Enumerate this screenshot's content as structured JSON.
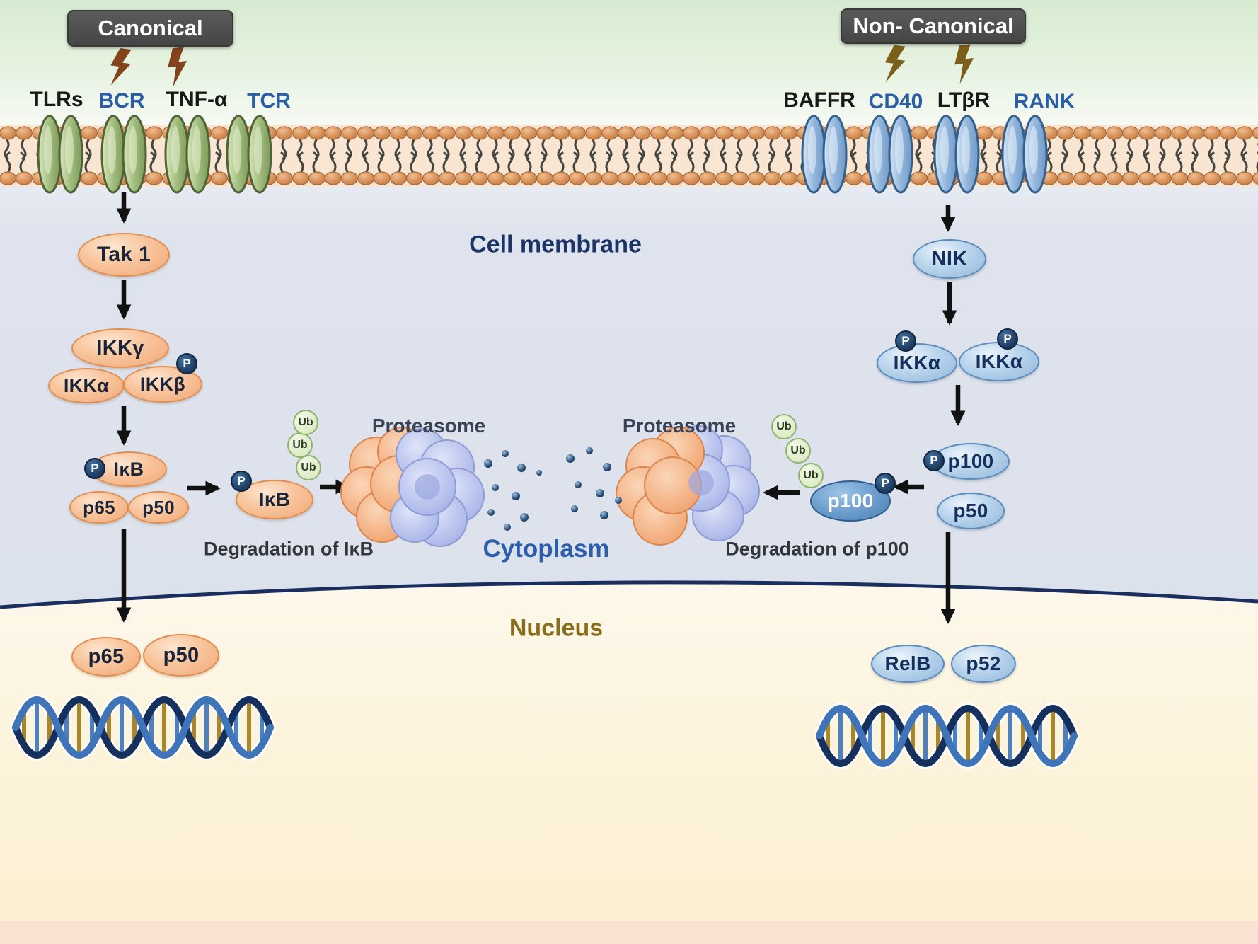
{
  "headers": {
    "canonical": "Canonical",
    "non_canonical": "Non- Canonical"
  },
  "receptors": {
    "left": [
      {
        "label": "TLRs"
      },
      {
        "label": "BCR"
      },
      {
        "label": "TNF-α"
      },
      {
        "label": "TCR"
      }
    ],
    "right": [
      {
        "label": "BAFFR"
      },
      {
        "label": "CD40"
      },
      {
        "label": "LTβR"
      },
      {
        "label": "RANK"
      }
    ]
  },
  "regions": {
    "cell_membrane": "Cell membrane",
    "cytoplasm": "Cytoplasm",
    "nucleus": "Nucleus"
  },
  "canonical": {
    "tak1": "Tak 1",
    "ikk_gamma": "IKKγ",
    "ikk_alpha": "IKKα",
    "ikk_beta": "IKKβ",
    "ikb": "IκB",
    "p65": "p65",
    "p50": "p50",
    "ikb_deg": "IκB",
    "degradation": "Degradation of IκB",
    "proteasome": "Proteasome",
    "nuc_p65": "p65",
    "nuc_p50": "p50"
  },
  "noncanonical": {
    "nik": "NIK",
    "ikk_alpha_left": "IKKα",
    "ikk_alpha_right": "IKKα",
    "p100": "p100",
    "p50": "p50",
    "p100_deg": "p100",
    "degradation": "Degradation of p100",
    "proteasome": "Proteasome",
    "relb": "RelB",
    "p52": "p52"
  },
  "badges": {
    "p": "P",
    "ub": "Ub"
  },
  "colors": {
    "canonical_accent": "#f2a977",
    "noncanonical_accent": "#8fb6dc",
    "membrane_head": "#d28a52",
    "phospho_badge": "#1d3a5f",
    "ubiquitin_badge": "#ddecc6",
    "blue_label": "#2b5ea7",
    "nucleus_label": "#8a6d1a",
    "cytoplasm_label": "#2b5fae"
  }
}
